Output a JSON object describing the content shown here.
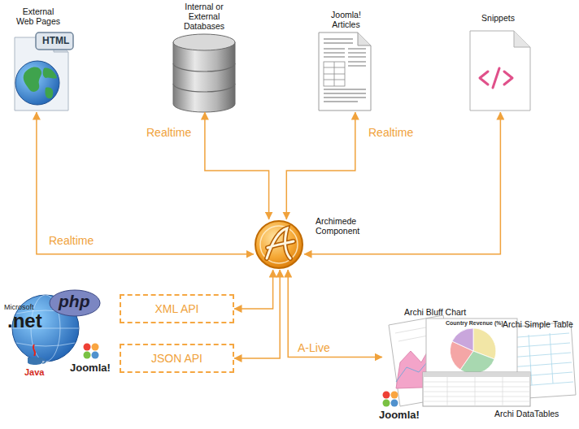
{
  "diagram": {
    "nodes": [
      {
        "text": [
          "External Web Pages"
        ]
      },
      {
        "text": [
          "Internal or External Databases"
        ]
      },
      {
        "text": [
          "Joomla! Articles"
        ]
      },
      {
        "text": [
          "Snippets"
        ]
      },
      {
        "text": [
          "Archimede Component"
        ]
      },
      {
        "text": [
          "XML API"
        ]
      },
      {
        "text": [
          "JSON API"
        ]
      },
      {
        "text": [
          "Archi Bluff Chart",
          "Archi Simple Table",
          "Archi DataTables"
        ]
      }
    ],
    "edges": [
      {
        "from": 0,
        "to": 4,
        "label": "Realtime",
        "arrow": "both"
      },
      {
        "from": 1,
        "to": 4,
        "label": "Realtime",
        "arrow": "both"
      },
      {
        "from": 2,
        "to": 4,
        "label": "Realtime",
        "arrow": "both"
      },
      {
        "from": 3,
        "to": 4,
        "arrow": "both"
      },
      {
        "from": 5,
        "to": 4,
        "arrow": "both"
      },
      {
        "from": 6,
        "to": 4,
        "arrow": "both"
      },
      {
        "from": 4,
        "to": 7,
        "label": "A-Live",
        "arrow": "both"
      }
    ],
    "labels": [
      "HTML",
      "Microsoft",
      ".net",
      "php",
      "Java",
      "Joomla!",
      "Country Revenue (%)",
      "Joomla!"
    ]
  }
}
